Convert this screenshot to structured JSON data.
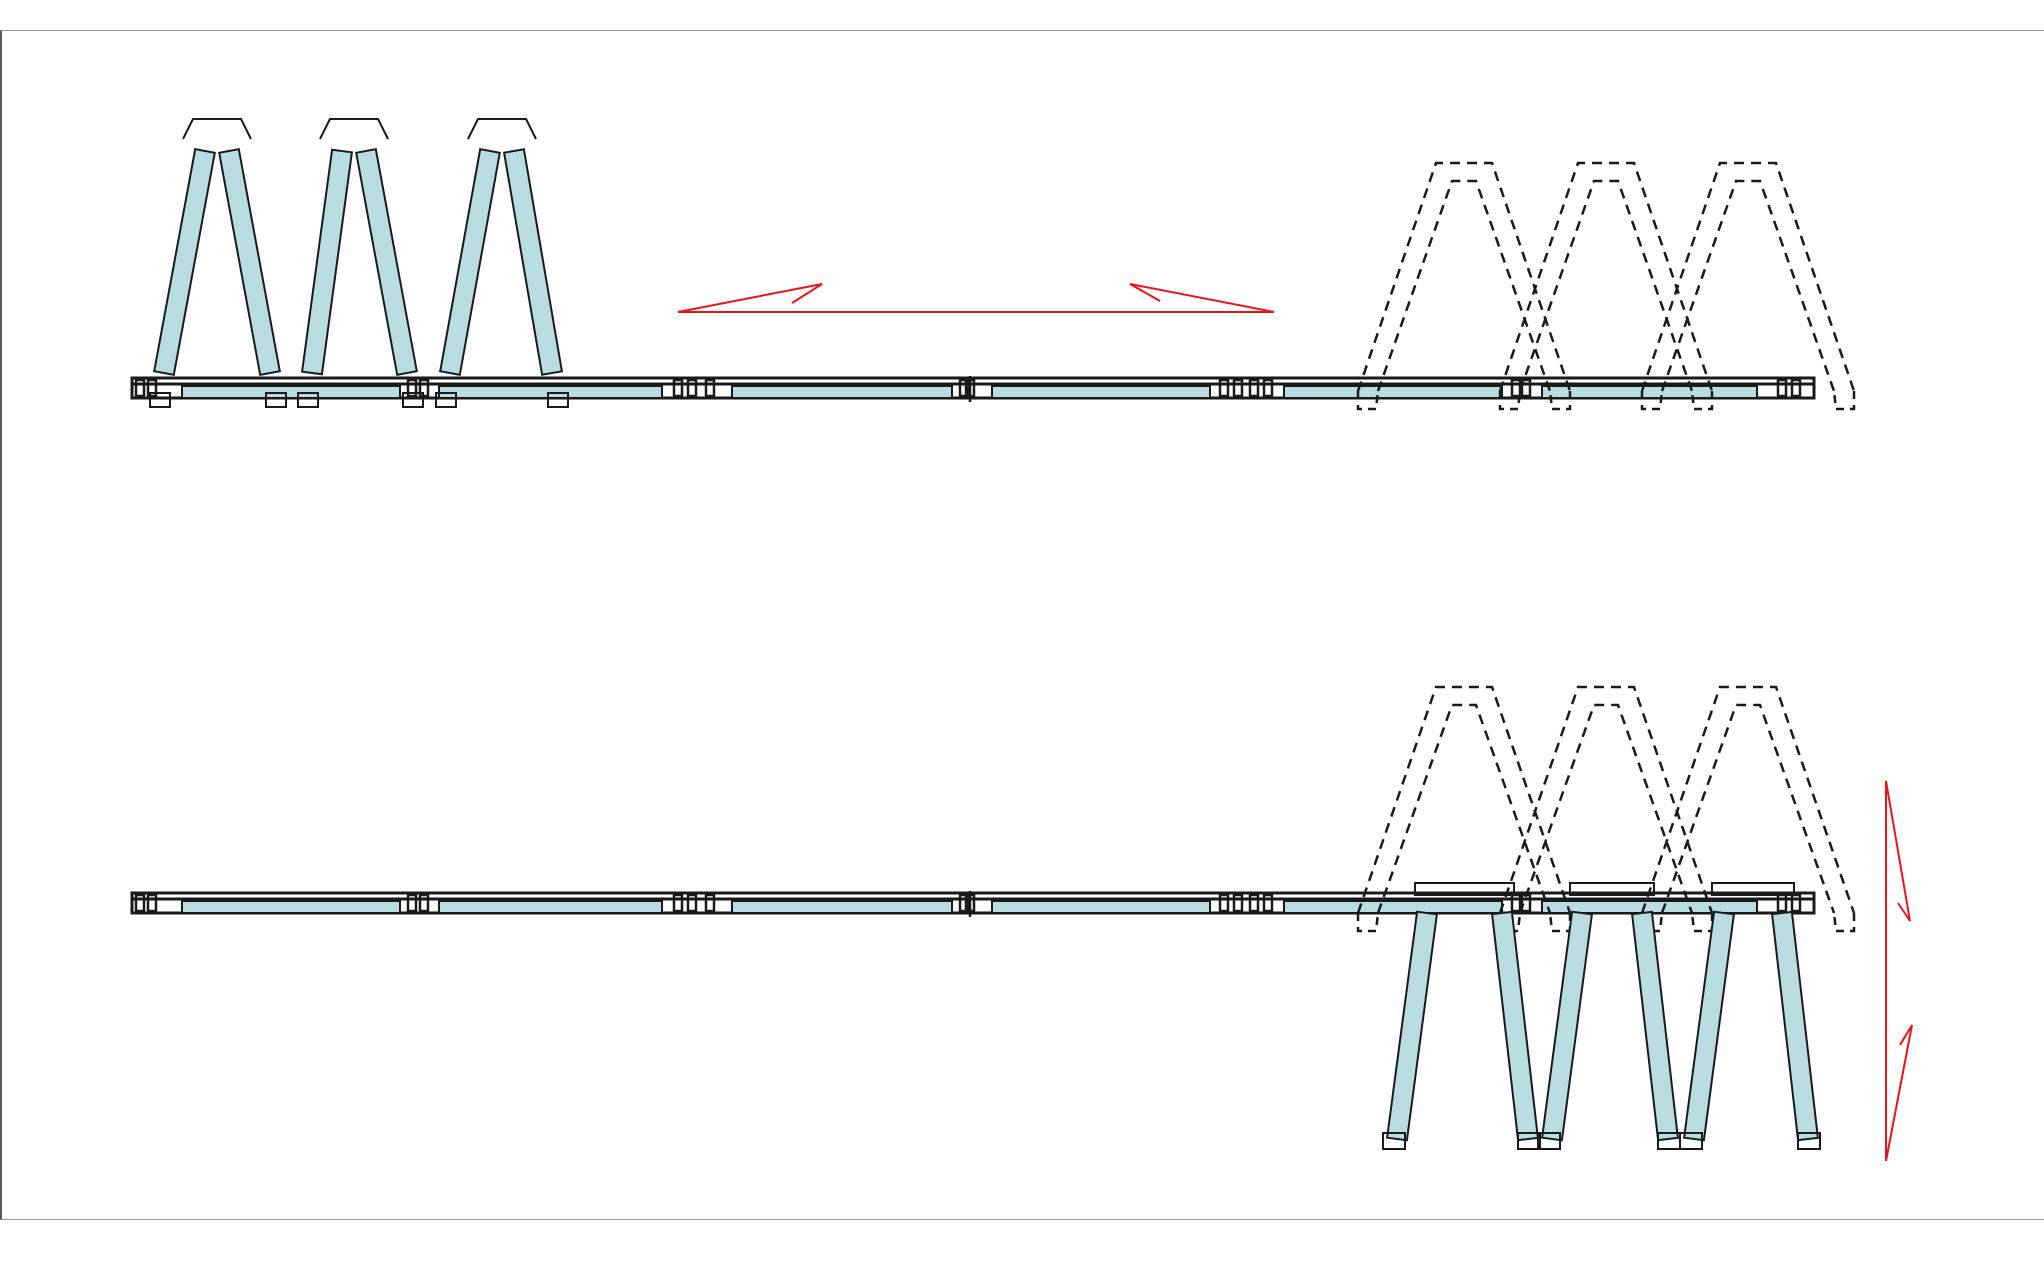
{
  "colors": {
    "background": "#ffffff",
    "frame": "#9a9a9a",
    "track": "#1a1a1a",
    "glass": "#b9dbe2",
    "dashed_outline": "#1a1a1a",
    "arrow": "#e8141a"
  },
  "diagram": {
    "rows": [
      {
        "id": "folded-open-left",
        "folded_panels": 6,
        "folded_side": "left",
        "flat_panels": 4,
        "ghost_folds": 3,
        "ghost_side": "right",
        "arrow": "horizontal-double"
      },
      {
        "id": "folded-outward-right",
        "folded_panels": 6,
        "folded_side": "right",
        "flat_panels": 4,
        "ghost_folds": 3,
        "ghost_side": "right",
        "arrow": "vertical-double"
      }
    ],
    "icons": [
      "double-arrow-horizontal-icon",
      "double-arrow-vertical-icon"
    ]
  }
}
